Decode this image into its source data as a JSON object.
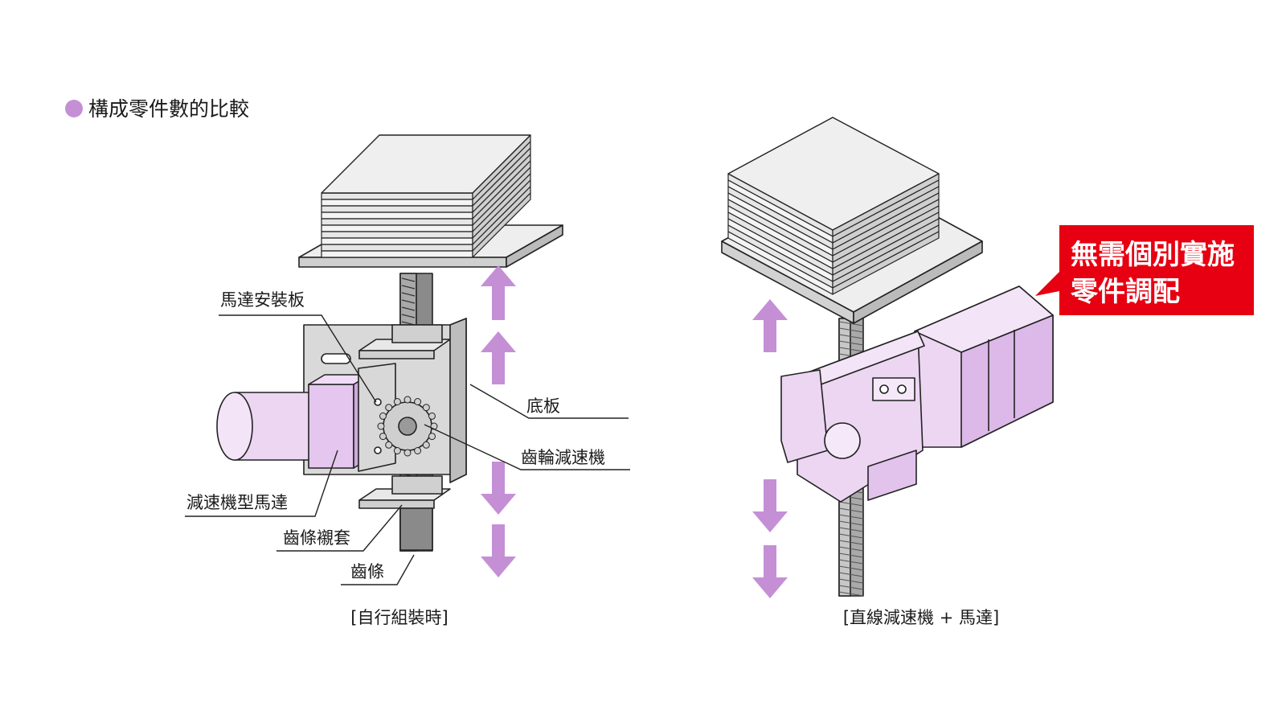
{
  "section": {
    "title": "構成零件數的比較",
    "bullet_color": "#c58fd6"
  },
  "left": {
    "caption": "[自行組裝時]",
    "labels": {
      "motor_mount": "馬達安裝板",
      "base_plate": "底板",
      "gear_reducer": "齒輪減速機",
      "geared_motor": "減速機型馬達",
      "rack_bushing": "齒條襯套",
      "rack": "齒條"
    }
  },
  "right": {
    "caption": "[直線減速機 + 馬達]",
    "callout": {
      "line1": "無需個別實施",
      "line2": "零件調配",
      "color": "#e60012"
    }
  },
  "colors": {
    "arrow": "#c58fd6",
    "motor": "#ecd6f2",
    "metal": "#dcdcdc"
  }
}
